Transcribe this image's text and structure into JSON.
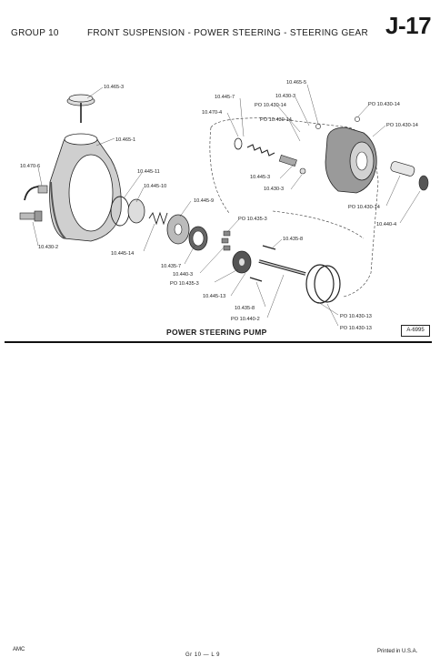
{
  "header": {
    "group": "GROUP 10",
    "title": "FRONT SUSPENSION - POWER STEERING - STEERING GEAR",
    "page_id": "J-17"
  },
  "figure": {
    "caption": "POWER STEERING PUMP",
    "figure_id": "A-6995",
    "labels": [
      "10.465-3",
      "10.465-1",
      "10.470-6",
      "10.430-2",
      "10.445-11",
      "10.445-10",
      "10.445-9",
      "10.445-14",
      "10.465-5",
      "10.445-7",
      "10.470-4",
      "10.430-3",
      "PO 10.430-14",
      "PO 10.430-14",
      "PO 10.430-14",
      "PO 10.430-14",
      "10.445-3",
      "10.430-3",
      "PO 10.430-14",
      "10.440-4",
      "PO 10.435-3",
      "10.435-8",
      "10.435-7",
      "10.440-3",
      "PO 10.435-3",
      "10.445-13",
      "10.435-8",
      "PO 10.440-2",
      "PO 10.430-13",
      "PO 10.430-13"
    ]
  },
  "footer": {
    "left": "AMC",
    "center": "Gr 10 — L 9",
    "right": "Printed in U.S.A."
  }
}
